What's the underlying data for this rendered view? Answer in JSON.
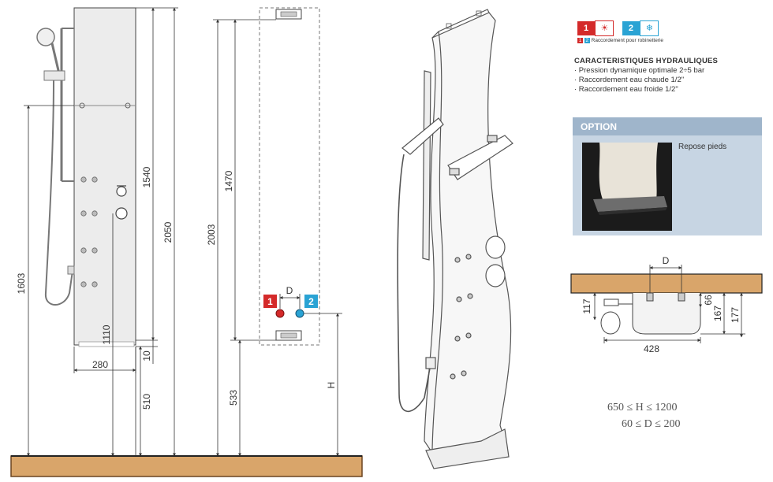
{
  "legend": {
    "hot": {
      "number": "1",
      "color": "#d42a2a",
      "icon": "sun-wave-icon"
    },
    "cold": {
      "number": "2",
      "color": "#2aa3d4",
      "icon": "snowflake-icon"
    },
    "note_numbers": [
      "1",
      "2"
    ],
    "note_text": "Raccordement pour robinetterie"
  },
  "hydraulics": {
    "title": "CARACTERISTIQUES HYDRAULIQUES",
    "items": [
      "· Pression dynamique optimale 2÷5 bar",
      "· Raccordement eau chaude 1/2\"",
      "· Raccordement eau froide 1/2\""
    ]
  },
  "option": {
    "header": "OPTION",
    "caption": "Repose pieds",
    "panel_color": "#c7d5e3"
  },
  "front_view": {
    "dims": {
      "d1540": "1540",
      "d2050": "2050",
      "d1603": "1603",
      "d1110": "1110",
      "d280": "280",
      "d10": "10",
      "d510": "510"
    }
  },
  "install_view": {
    "dims": {
      "d1470": "1470",
      "d2003": "2003",
      "d533": "533",
      "dD": "D",
      "dH": "H"
    },
    "inlet_hot": "1",
    "inlet_cold": "2"
  },
  "top_view": {
    "dims": {
      "dD": "D",
      "d117": "117",
      "d66": "66",
      "d167": "167",
      "d177": "177",
      "d428": "428"
    }
  },
  "formulas": {
    "h_range": "650 ≤ H ≤ 1200",
    "d_range": "60 ≤ D ≤ 200"
  },
  "colors": {
    "floor": "#d9a56a",
    "floor_edge": "#8a5a2a"
  }
}
